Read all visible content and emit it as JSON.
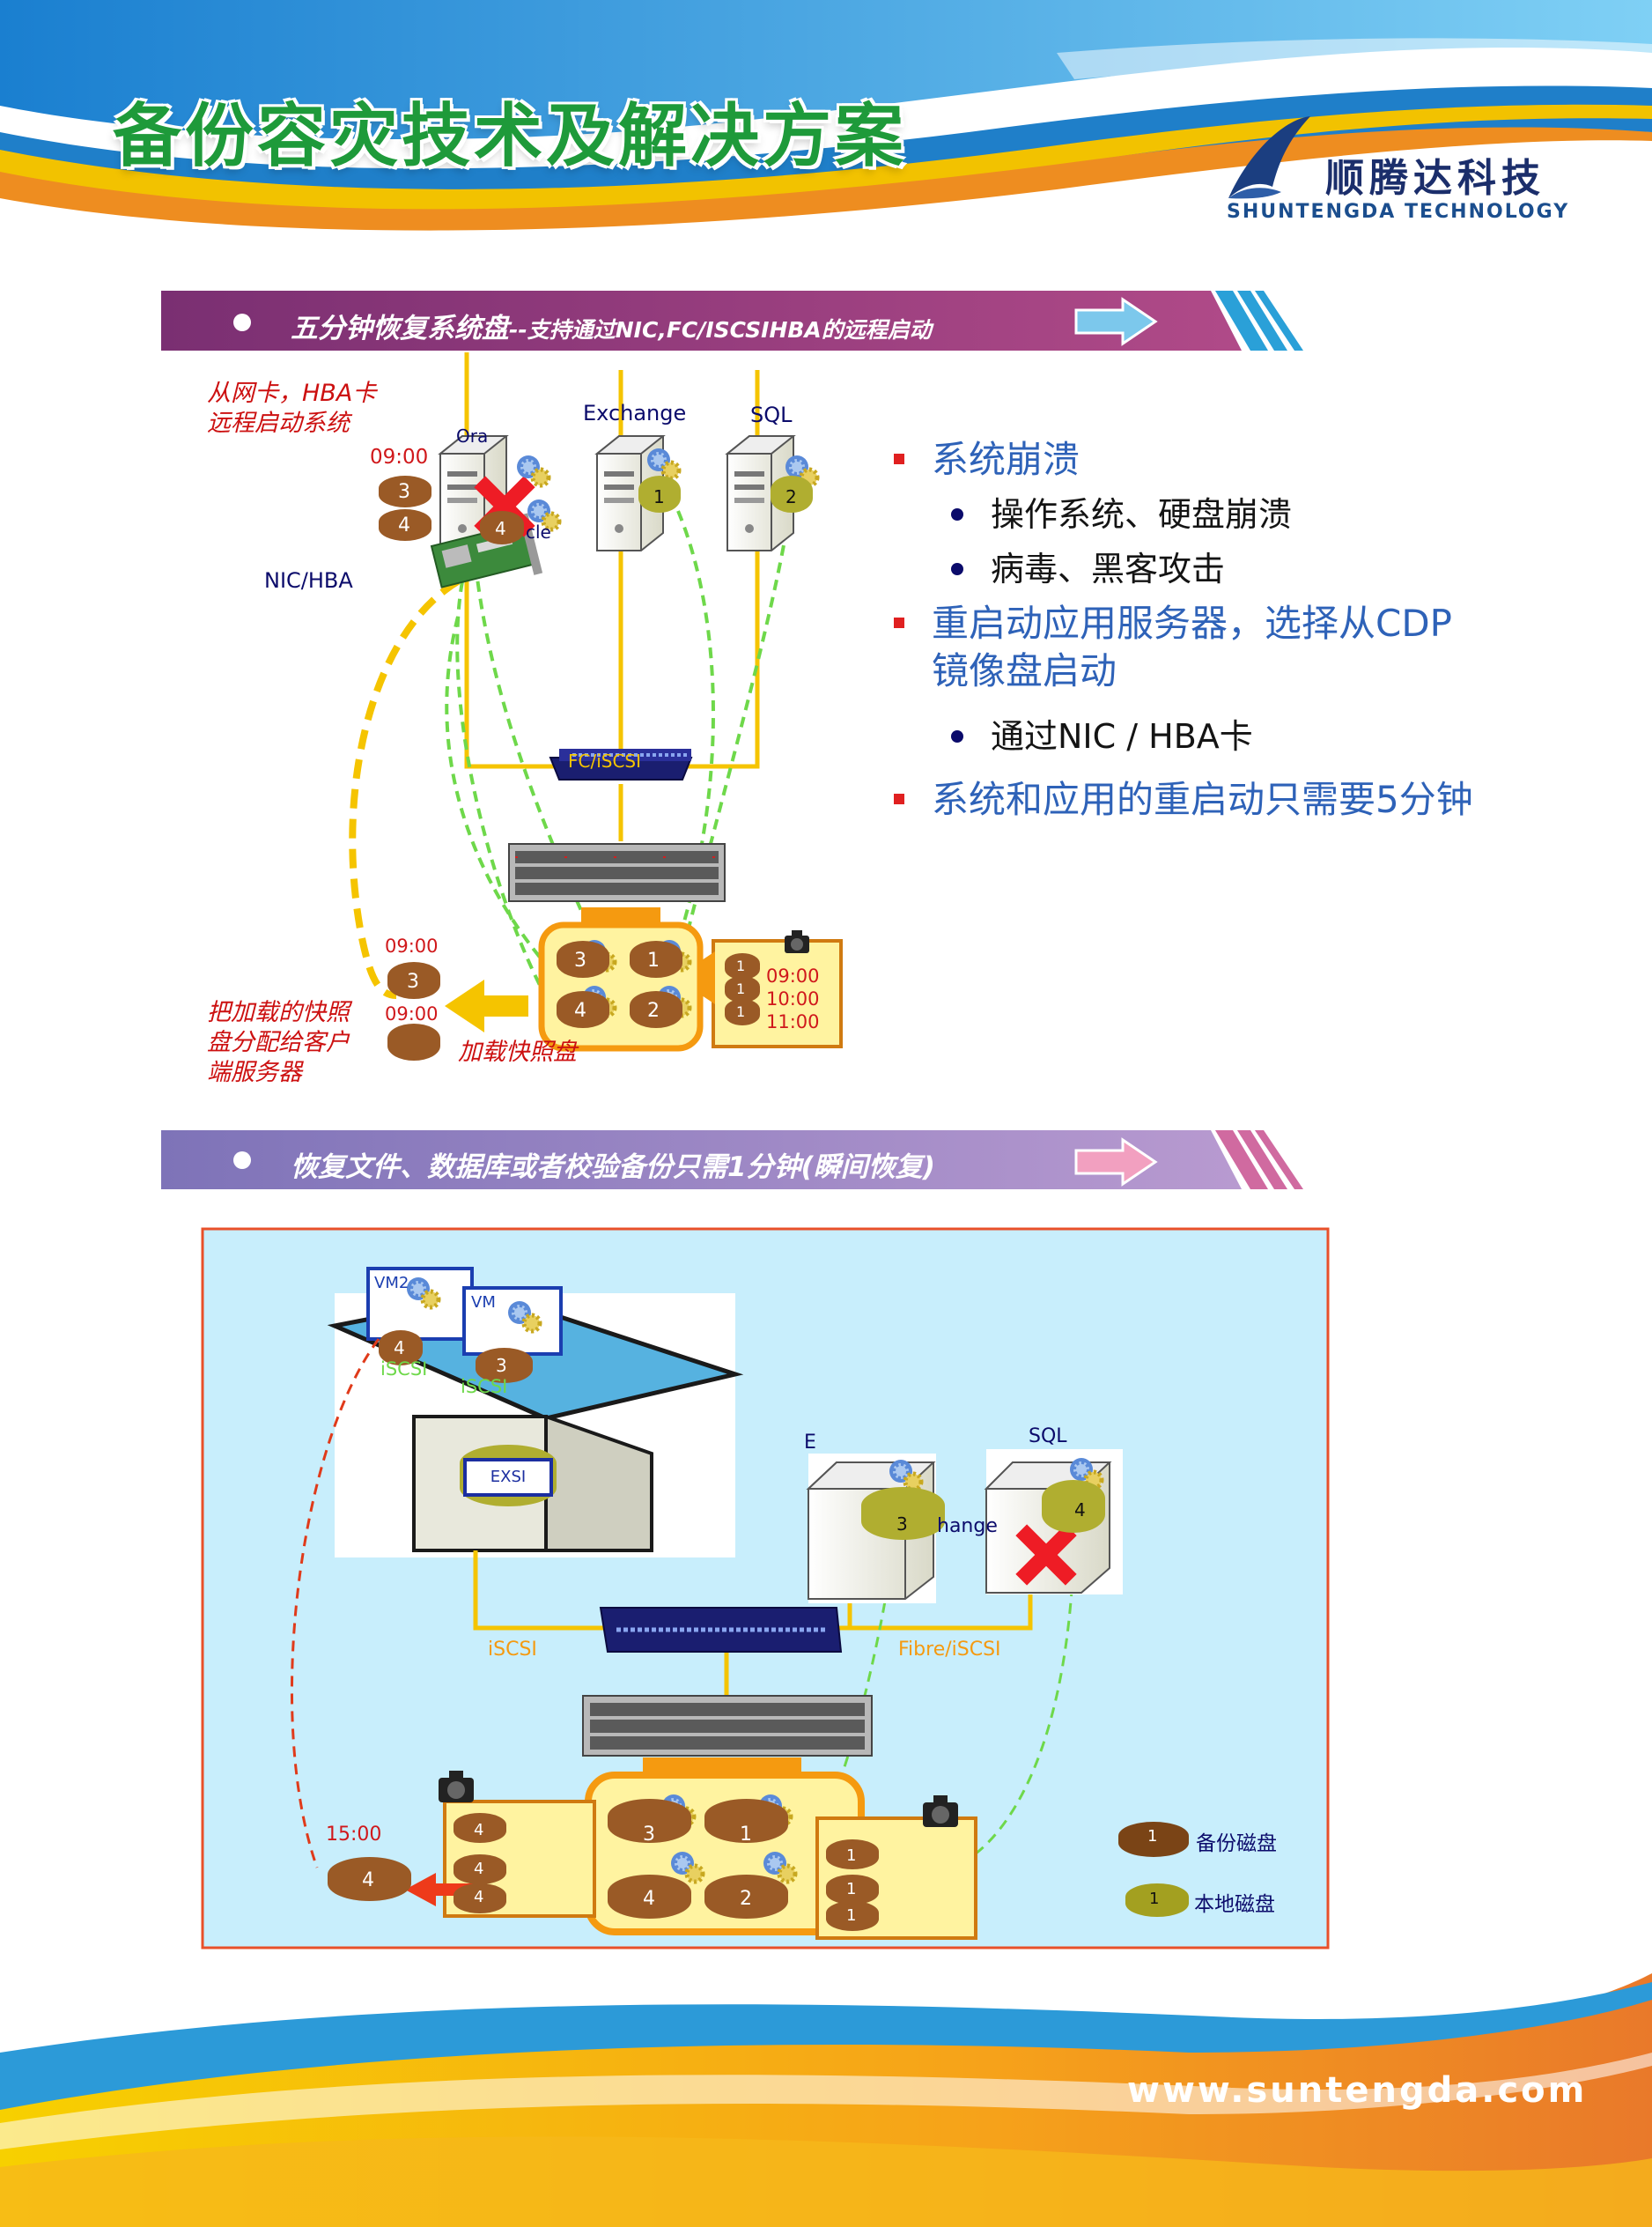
{
  "header": {
    "title": "备份容灾技术及解决方案",
    "brand_cn": "顺腾达科技",
    "brand_en": "SHUNTENGDA TECHNOLOGY"
  },
  "section1": {
    "band_main": "五分钟恢复系统盘",
    "band_sub": "--支持通过NIC,FC/ISCSIHBA的远程启动",
    "remote_boot_note": [
      "从网卡，HBA卡",
      "远程启动系统"
    ],
    "server_labels": {
      "oracle_top": "Ora",
      "oracle_bottom": "cle",
      "exchange": "Exchange",
      "sql": "SQL"
    },
    "nic_hba": "NIC/HBA",
    "switch_label": "FC/iSCSI",
    "times_top": "09:00",
    "times_left": [
      "09:00",
      "09:00"
    ],
    "snapshot_times": [
      "09:00",
      "10:00",
      "11:00"
    ],
    "assign_note": [
      "把加载的快照",
      "盘分配给客户",
      "端服务器"
    ],
    "load_note": "加载快照盘",
    "disk_numbers": {
      "top_left": [
        "3",
        "4"
      ],
      "oracle": "4",
      "exchange": "1",
      "sql": "2",
      "pool": [
        "3",
        "1",
        "4",
        "2"
      ],
      "left_out": "3",
      "snap": [
        "1",
        "1",
        "1"
      ]
    }
  },
  "bullets": [
    {
      "level": 1,
      "text": "系统崩溃"
    },
    {
      "level": 2,
      "text": "操作系统、硬盘崩溃"
    },
    {
      "level": 2,
      "text": "病毒、黑客攻击"
    },
    {
      "level": 1,
      "text": "重启动应用服务器，选择从CDP 镜像盘启动"
    },
    {
      "level": 2,
      "text": "通过NIC / HBA卡"
    },
    {
      "level": 1,
      "text": "系统和应用的重启动只需要5分钟"
    }
  ],
  "section2": {
    "band": "恢复文件、数据库或者校验备份只需1分钟(瞬间恢复)",
    "vm_labels": [
      "VM2",
      "VM"
    ],
    "iscsi_labels": [
      "iSCSI",
      "iSCSI",
      "iSCSI"
    ],
    "exsi": "EXSI",
    "exchange_parts": [
      "E",
      "hange"
    ],
    "sql": "SQL",
    "fibre": "Fibre/iSCSI",
    "time_15": "15:00",
    "disk_numbers": {
      "vm_disks": [
        "4",
        "3"
      ],
      "exchange": "3",
      "sql": "4",
      "pool": [
        "3",
        "1",
        "4",
        "2"
      ],
      "left_stack": [
        "4",
        "4",
        "4"
      ],
      "right_stack": [
        "1",
        "1",
        "1"
      ],
      "restored": "4"
    },
    "legend": [
      {
        "label": "备份磁盘",
        "number": "1",
        "color": "#7a4416"
      },
      {
        "label": "本地磁盘",
        "number": "1",
        "color": "#a3a020"
      }
    ]
  },
  "footer": {
    "url": "www.suntengda.com"
  },
  "colors": {
    "band1": "#8a3a7e",
    "band2": "#8878b8",
    "yellow_link": "#f5c400",
    "green_dash": "#6ed84a",
    "red_dash": "#e03a1a",
    "panel_bg": "#c8eefc"
  }
}
